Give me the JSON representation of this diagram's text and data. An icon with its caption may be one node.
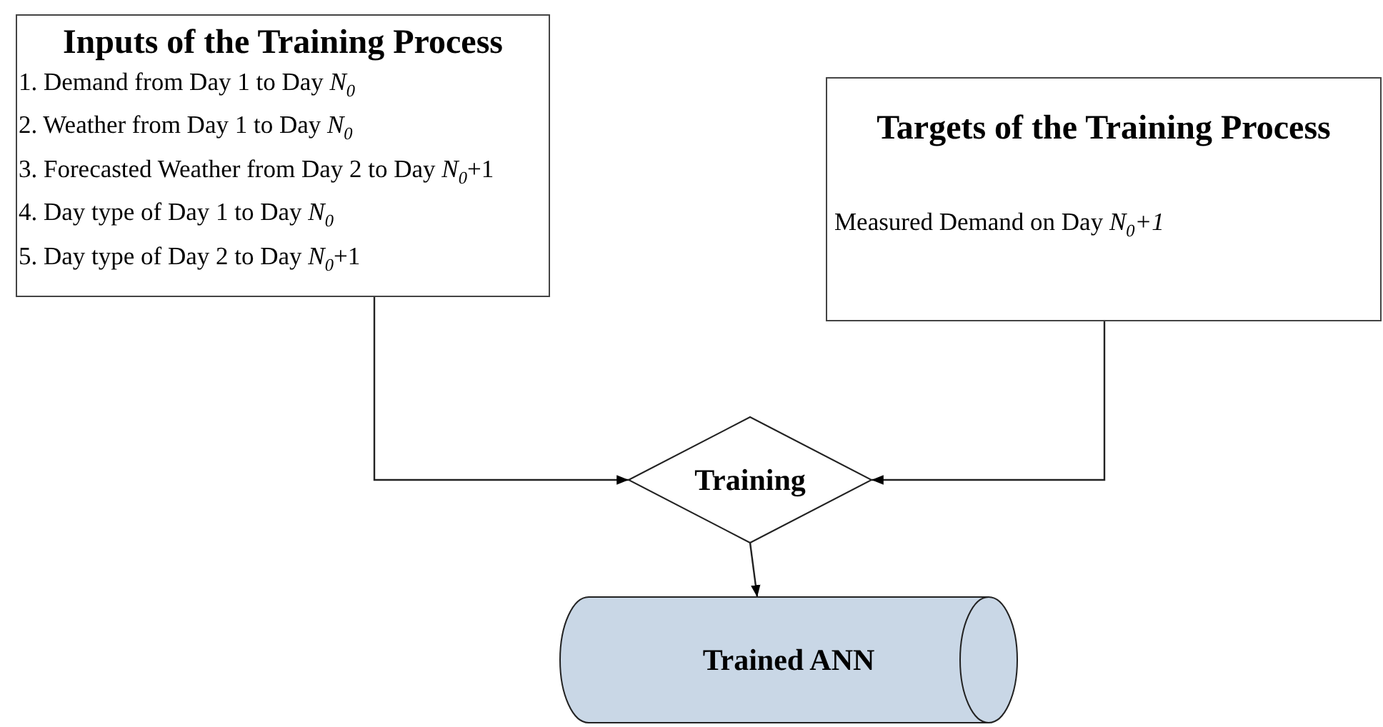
{
  "diagram": {
    "nodes": [
      {
        "text": [
          "Inputs of the Training Process",
          "1. Demand from Day 1 to Day *N*$_{0}$",
          "2. Weather from Day 1 to Day *N*$_{0}$",
          "3. Forecasted Weather from Day 2 to Day *N*$_{0}$+1",
          "4. Day type of Day 1 to Day *N*$_{0}$",
          "5. Day type of Day 2 to Day *N*$_{0}$+1"
        ]
      },
      {
        "text": [
          "Targets of the Training Process",
          "Measured Demand on Day *N*$_{0}$*+1*"
        ]
      },
      {
        "text": [
          "Training"
        ]
      },
      {
        "text": [
          "Trained ANN"
        ]
      }
    ],
    "edges": [
      {
        "from": 0,
        "to": 2,
        "arrow": "to"
      },
      {
        "from": 1,
        "to": 2,
        "arrow": "to"
      },
      {
        "from": 2,
        "to": 3,
        "arrow": "to"
      }
    ]
  }
}
